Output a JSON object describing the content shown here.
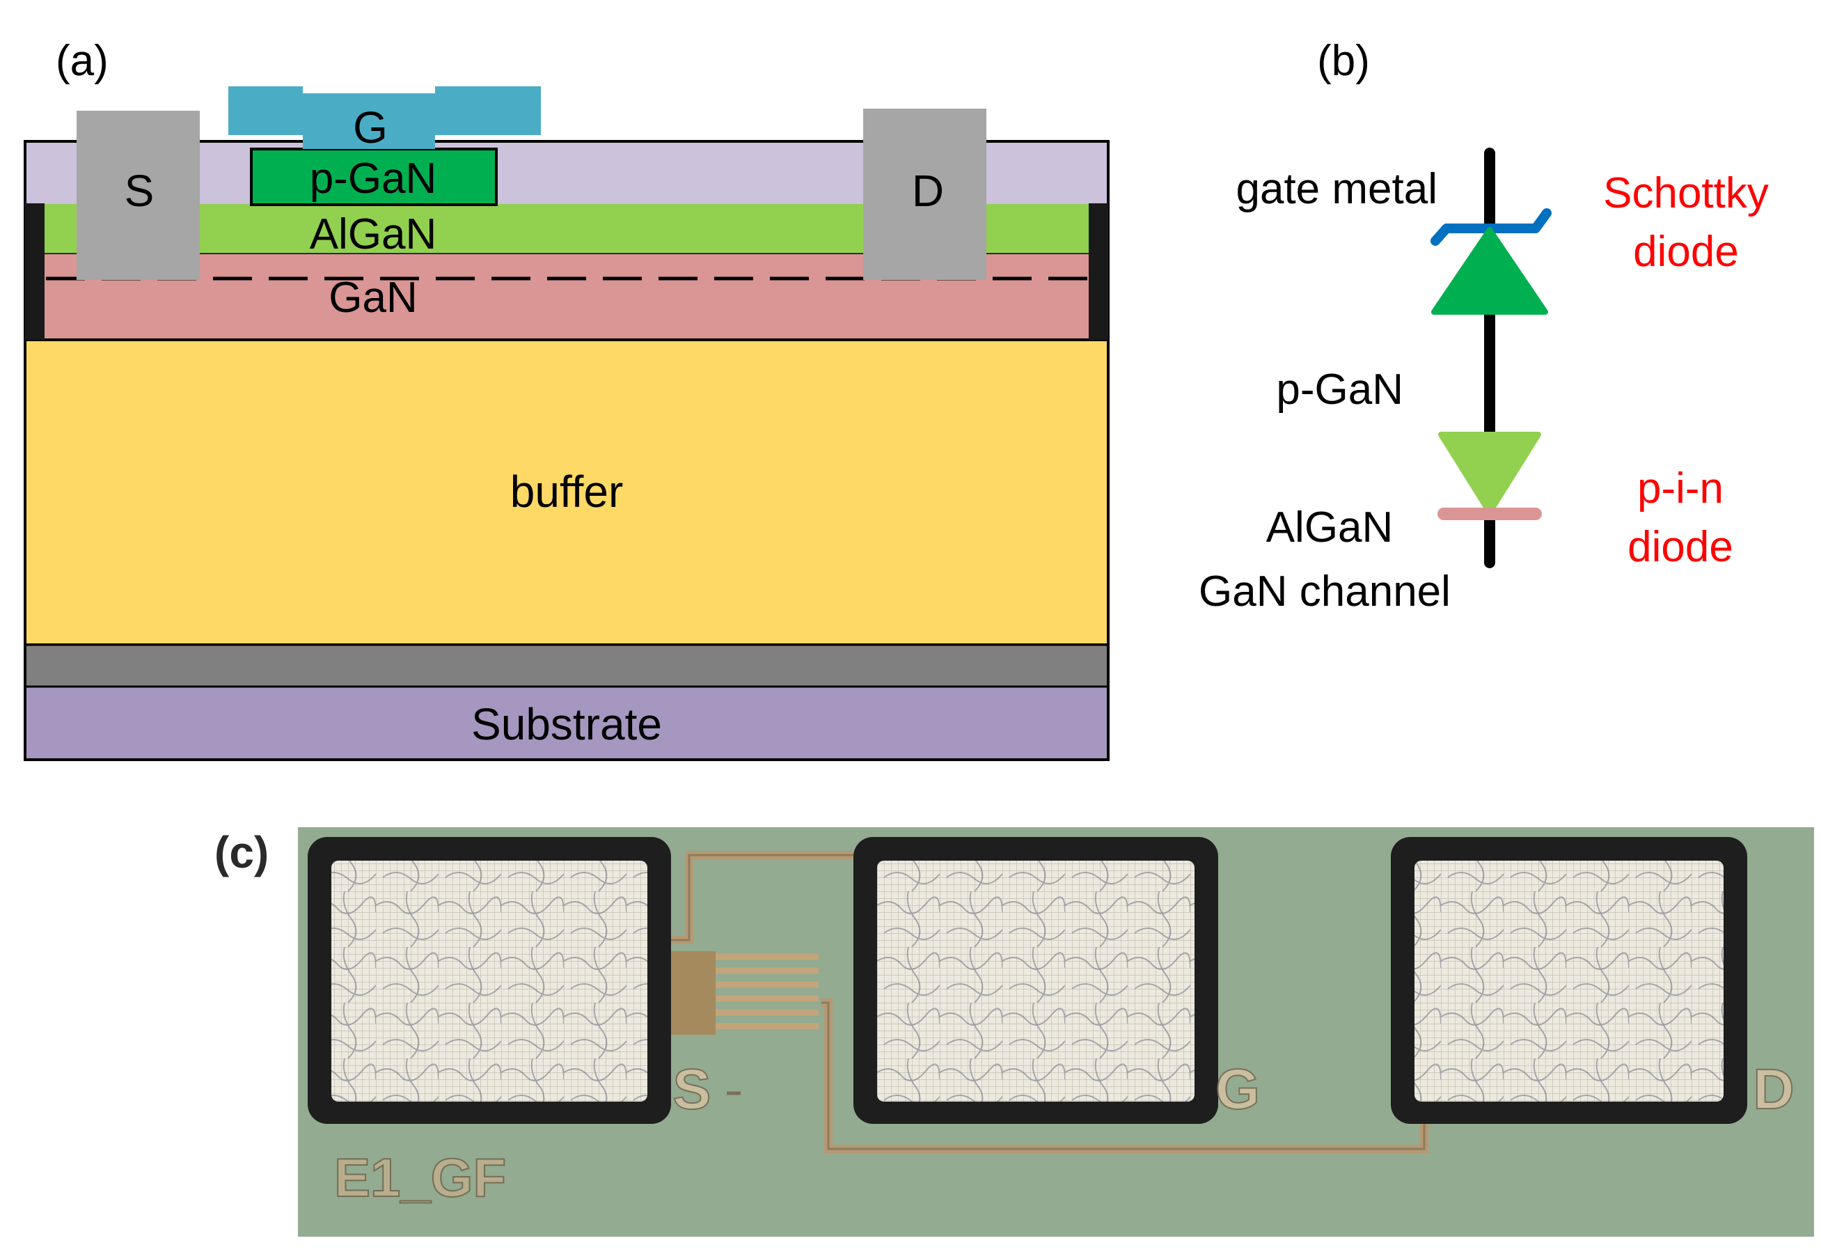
{
  "panel_a": {
    "label": "(a)",
    "layers": {
      "source": "S",
      "gate": "G",
      "drain": "D",
      "pgan": "p-GaN",
      "algan": "AlGaN",
      "gan": "GaN",
      "buffer": "buffer",
      "substrate": "Substrate"
    }
  },
  "panel_b": {
    "label": "(b)",
    "labels": {
      "gate_metal": "gate metal",
      "pgan": "p-GaN",
      "algan": "AlGaN",
      "gan_channel": "GaN channel",
      "schottky_1": "Schottky",
      "schottky_2": "diode",
      "pin_1": "p-i-n",
      "pin_2": "diode"
    }
  },
  "panel_c": {
    "label": "(c)",
    "pad_labels": [
      "S",
      "G",
      "D"
    ],
    "chip_id": "E1_GF"
  },
  "colors": {
    "passivation": "#ccc2dc",
    "gate_metal": "#4bacc6",
    "pgan": "#00b050",
    "algan": "#92d050",
    "gan": "#d99694",
    "buffer": "#ffd966",
    "nucleation": "#808080",
    "substrate": "#a597c0",
    "contact": "#a6a6a6",
    "schottky_line": "#0070c0",
    "red_label": "#ff0000",
    "chip_bg": "#8ea68a"
  }
}
